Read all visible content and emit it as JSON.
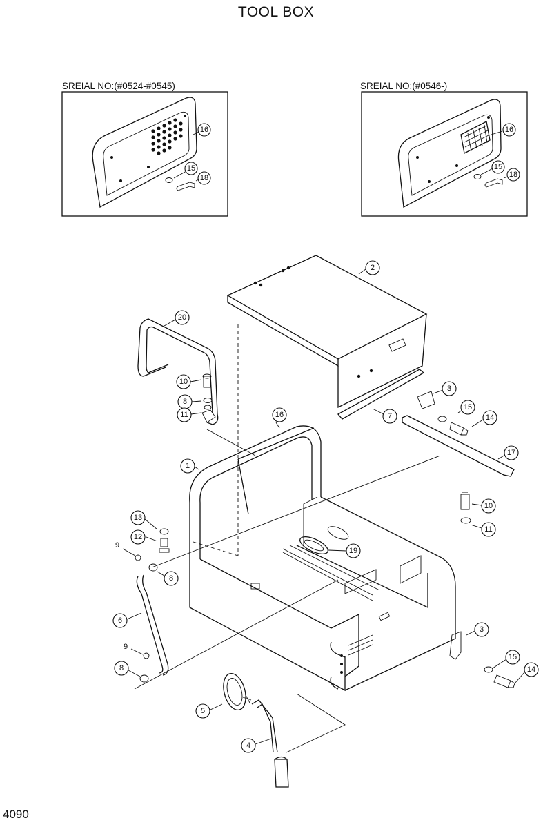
{
  "title": "TOOL BOX",
  "page_number": "4090",
  "insets": [
    {
      "label": "SREIAL NO:(#0524-#0545)",
      "callouts": [
        "16",
        "15",
        "18"
      ]
    },
    {
      "label": "SREIAL NO:(#0546-)",
      "callouts": [
        "16",
        "15",
        "18"
      ]
    }
  ],
  "callouts": [
    "1",
    "2",
    "3",
    "3",
    "4",
    "5",
    "6",
    "7",
    "8",
    "8",
    "8",
    "9",
    "9",
    "10",
    "10",
    "11",
    "11",
    "12",
    "13",
    "14",
    "14",
    "15",
    "15",
    "16",
    "17",
    "19",
    "20"
  ]
}
